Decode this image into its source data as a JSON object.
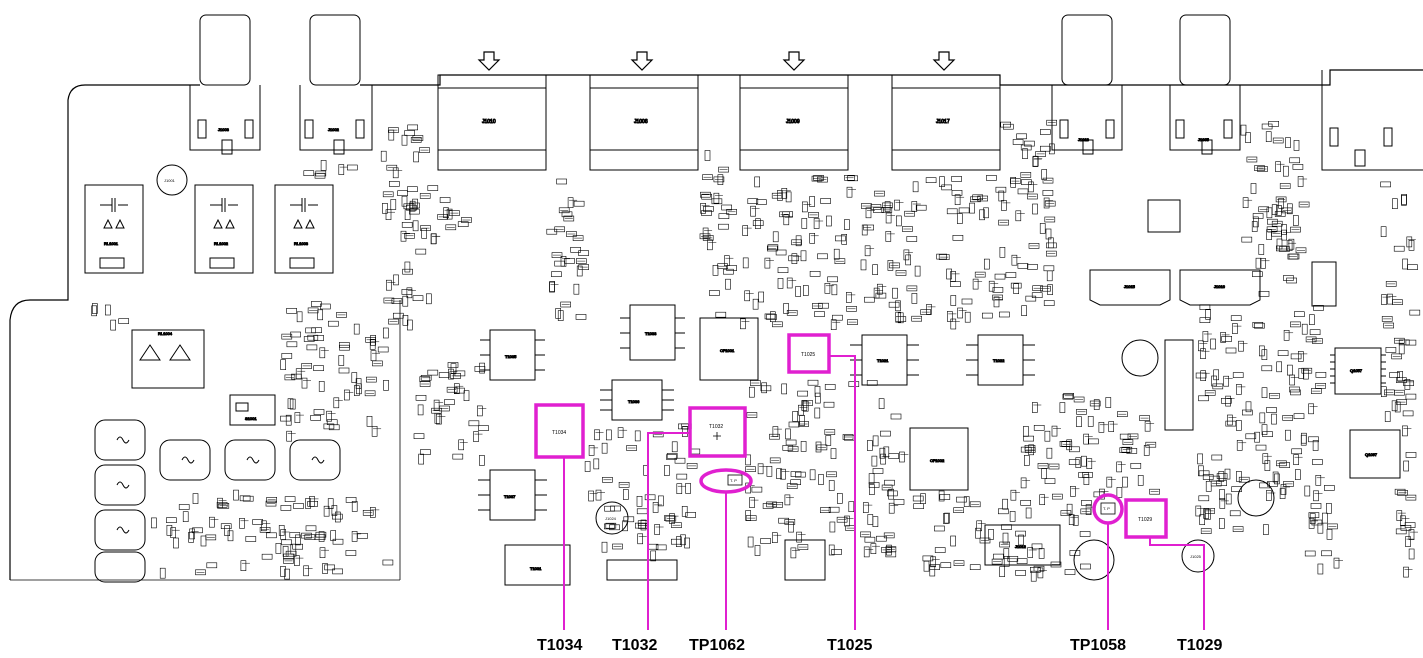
{
  "diagram": {
    "highlight_color": "#e020d0",
    "line_color": "#000000",
    "board_labels": {
      "j1010": "J1010",
      "j1008": "J1008",
      "j1009": "J1009",
      "j1017": "J1017",
      "j1003": "J1003",
      "j1002": "J1002",
      "j1001": "J1001",
      "j1018": "J1018",
      "j1005": "J1005",
      "j1015": "J1015",
      "j1016": "J1016",
      "j1012": "J1012",
      "j1025": "J1025",
      "j1024": "J1024",
      "rl1001": "RL1001",
      "rl1002": "RL1002",
      "rl1003": "RL1003",
      "rl1004": "RL1004",
      "cf1001": "CF1001",
      "cf1002": "CF1002",
      "t1033": "T1033",
      "t1034": "T1034",
      "t1035": "T1035",
      "t1036": "T1036",
      "t1037": "T1037",
      "t1032": "T1032",
      "t1025": "T1025",
      "t1021": "T1021",
      "t1022": "T1022",
      "t1029": "T1029",
      "t1031": "T1031",
      "s1001": "S1001",
      "q1057": "Q1057",
      "q1097": "Q1097",
      "tp1062": "T. P",
      "tp1058": "T. P"
    },
    "callouts": [
      {
        "label": "T1034"
      },
      {
        "label": "T1032"
      },
      {
        "label": "TP1062"
      },
      {
        "label": "T1025"
      },
      {
        "label": "TP1058"
      },
      {
        "label": "T1029"
      }
    ]
  }
}
